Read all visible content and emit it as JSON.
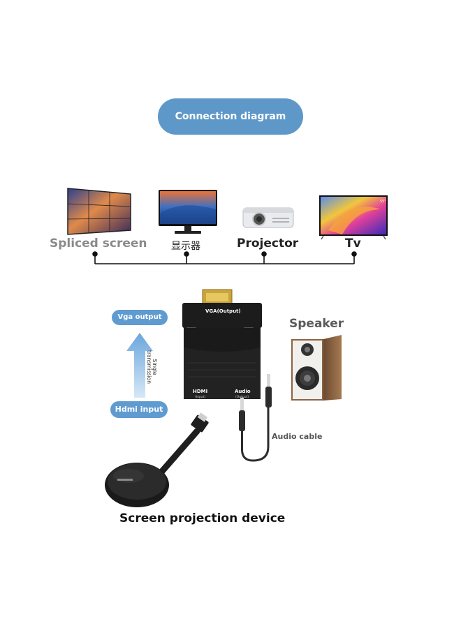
{
  "title": "Connection diagram",
  "devices": [
    {
      "label": "Spliced screen"
    },
    {
      "label": "显示器"
    },
    {
      "label": "Projector"
    },
    {
      "label": "Tv"
    }
  ],
  "adapter": {
    "top_port_label": "VGA(Output)",
    "hdmi_label": "HDMI",
    "hdmi_sub": "(Input)",
    "audio_label": "Audio",
    "audio_sub": "(Output)"
  },
  "flow": {
    "output_label": "Vga output",
    "input_label": "Hdmi input",
    "arrow_text_line1": "Single",
    "arrow_text_line2": "transmission"
  },
  "speaker_label": "Speaker",
  "audio_cable_label": "Audio cable",
  "source_label": "Screen projection device",
  "tv_badge": "55\"",
  "colors": {
    "pill": "#5e98c8",
    "arrow": "#7fb3e0",
    "adapter": "#1c1c1c",
    "gold": "#c9a53a"
  },
  "icons": [
    "spliced-screen-icon",
    "monitor-icon",
    "projector-icon",
    "tv-icon",
    "speaker-icon",
    "vga-hdmi-adapter-icon",
    "audio-jack-icon",
    "wireless-dongle-icon"
  ]
}
